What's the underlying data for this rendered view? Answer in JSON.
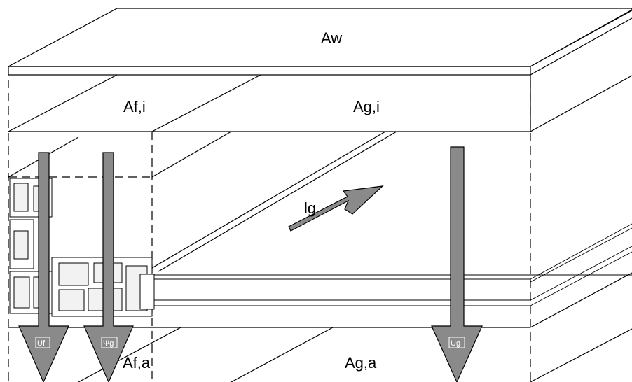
{
  "labels": {
    "aw": "Aw",
    "af_i": "Af,i",
    "ag_i": "Ag,i",
    "lg": "lg",
    "af_a": "Af,a",
    "ag_a": "Ag,a",
    "uf": "Uf",
    "psi_g": "Ψg",
    "ug": "Ug"
  },
  "colors": {
    "arrow_fill": "#8a8a8a",
    "line": "#000000",
    "background": "#ffffff"
  }
}
